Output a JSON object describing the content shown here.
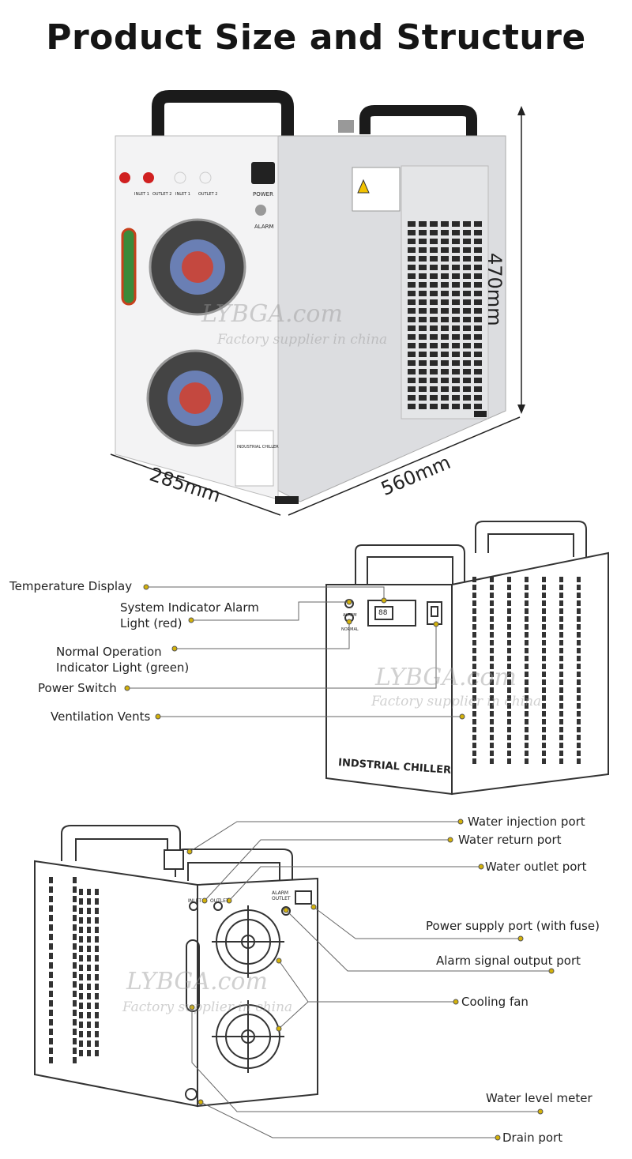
{
  "title": "Product Size and Structure",
  "dimensions": {
    "height": "470mm",
    "length": "560mm",
    "width": "285mm"
  },
  "photo_panel": {
    "ports": [
      "INLET 1",
      "OUTLET 2",
      "INLET 1",
      "OUTLET 2"
    ],
    "power_label": "POWER",
    "alarm_label": "ALARM",
    "nameplate_title": "INDUSTRIAL CHILLER"
  },
  "front_view": {
    "chiller_label": "INDSTRIAL CHILLER",
    "display_value": "88",
    "alarm_text": "ALARM",
    "normal_text": "NORMAL",
    "callouts": [
      {
        "lines": [
          "Temperature Display"
        ]
      },
      {
        "lines": [
          "System Indicator Alarm",
          "Light (red)"
        ]
      },
      {
        "lines": [
          "Normal Operation",
          "Indicator Light (green)"
        ]
      },
      {
        "lines": [
          "Power Switch"
        ]
      },
      {
        "lines": [
          "Ventilation Vents"
        ]
      }
    ]
  },
  "back_view": {
    "inlet_text": "INLET",
    "outlet_text": "OUTLET",
    "alarm_text": "ALARM",
    "outlet2_text": "OUTLET",
    "callouts": [
      {
        "lines": [
          "Water injection port"
        ]
      },
      {
        "lines": [
          "Water return port"
        ]
      },
      {
        "lines": [
          "Water outlet port"
        ]
      },
      {
        "lines": [
          "Power supply port (with fuse)"
        ]
      },
      {
        "lines": [
          "Alarm signal output port"
        ]
      },
      {
        "lines": [
          "Cooling fan"
        ]
      },
      {
        "lines": [
          "Water level meter"
        ]
      },
      {
        "lines": [
          "Drain port"
        ]
      }
    ]
  },
  "watermark": {
    "brand": "LYBGA.com",
    "tagline": "Factory supplier in china"
  },
  "colors": {
    "accent_dot": "#d4b20a",
    "line": "#555555",
    "panel": "#e9eaec"
  }
}
